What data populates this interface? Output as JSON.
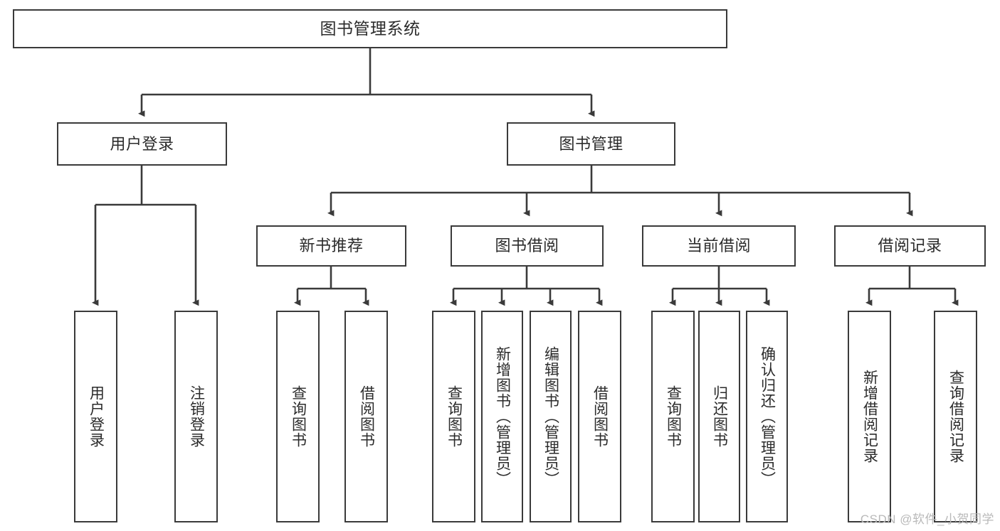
{
  "diagram": {
    "title": "图书管理系统",
    "type": "tree",
    "root": {
      "label": "图书管理系统"
    },
    "level1": [
      {
        "label": "用户登录"
      },
      {
        "label": "图书管理"
      }
    ],
    "level2": [
      {
        "label": "新书推荐"
      },
      {
        "label": "图书借阅"
      },
      {
        "label": "当前借阅"
      },
      {
        "label": "借阅记录"
      }
    ],
    "leaves": {
      "user_login": [
        {
          "label": "用户登录"
        },
        {
          "label": "注销登录"
        }
      ],
      "new_book_recommend": [
        {
          "label": "查询图书"
        },
        {
          "label": "借阅图书"
        }
      ],
      "book_borrow": [
        {
          "label": "查询图书"
        },
        {
          "label": "新增图书（管理员）"
        },
        {
          "label": "编辑图书（管理员）"
        },
        {
          "label": "借阅图书"
        }
      ],
      "current_borrow": [
        {
          "label": "查询图书"
        },
        {
          "label": "归还图书"
        },
        {
          "label": "确认归还（管理员）"
        }
      ],
      "borrow_record": [
        {
          "label": "新增借阅记录"
        },
        {
          "label": "查询借阅记录"
        }
      ]
    }
  },
  "watermark": {
    "text": "CSDN @软件_小贺同学"
  },
  "colors": {
    "stroke": "#3a3a3a",
    "text": "#2b2b2b",
    "background": "#ffffff",
    "watermark": "#b9b9b9"
  }
}
